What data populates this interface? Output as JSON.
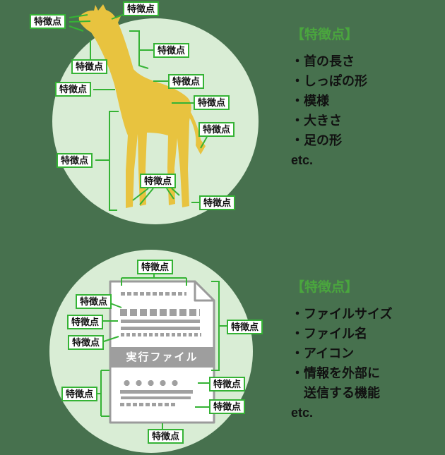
{
  "feature_label": "特徴点",
  "top": {
    "legend": {
      "title": "【特徴点】",
      "lines": [
        "・首の長さ",
        "・しっぽの形",
        "・模様",
        "・大きさ",
        "・足の形",
        "etc."
      ]
    }
  },
  "bottom": {
    "document": {
      "banner": "実行ファイル"
    },
    "legend": {
      "title": "【特徴点】",
      "lines": [
        "・ファイルサイズ",
        "・ファイル名",
        "・アイコン",
        "・情報を外部に",
        "　送信する機能",
        "etc."
      ]
    }
  },
  "colors": {
    "background": "#47714e",
    "circle_fill": "#d9edd5",
    "giraffe_yellow": "#e8c33f",
    "label_border_green": "#35b335",
    "connector_green": "#35b335",
    "legend_title_green": "#4aa63e",
    "document_gray": "#9b9b9b",
    "banner_gray": "#9e9e9e",
    "text_black": "#111111"
  }
}
